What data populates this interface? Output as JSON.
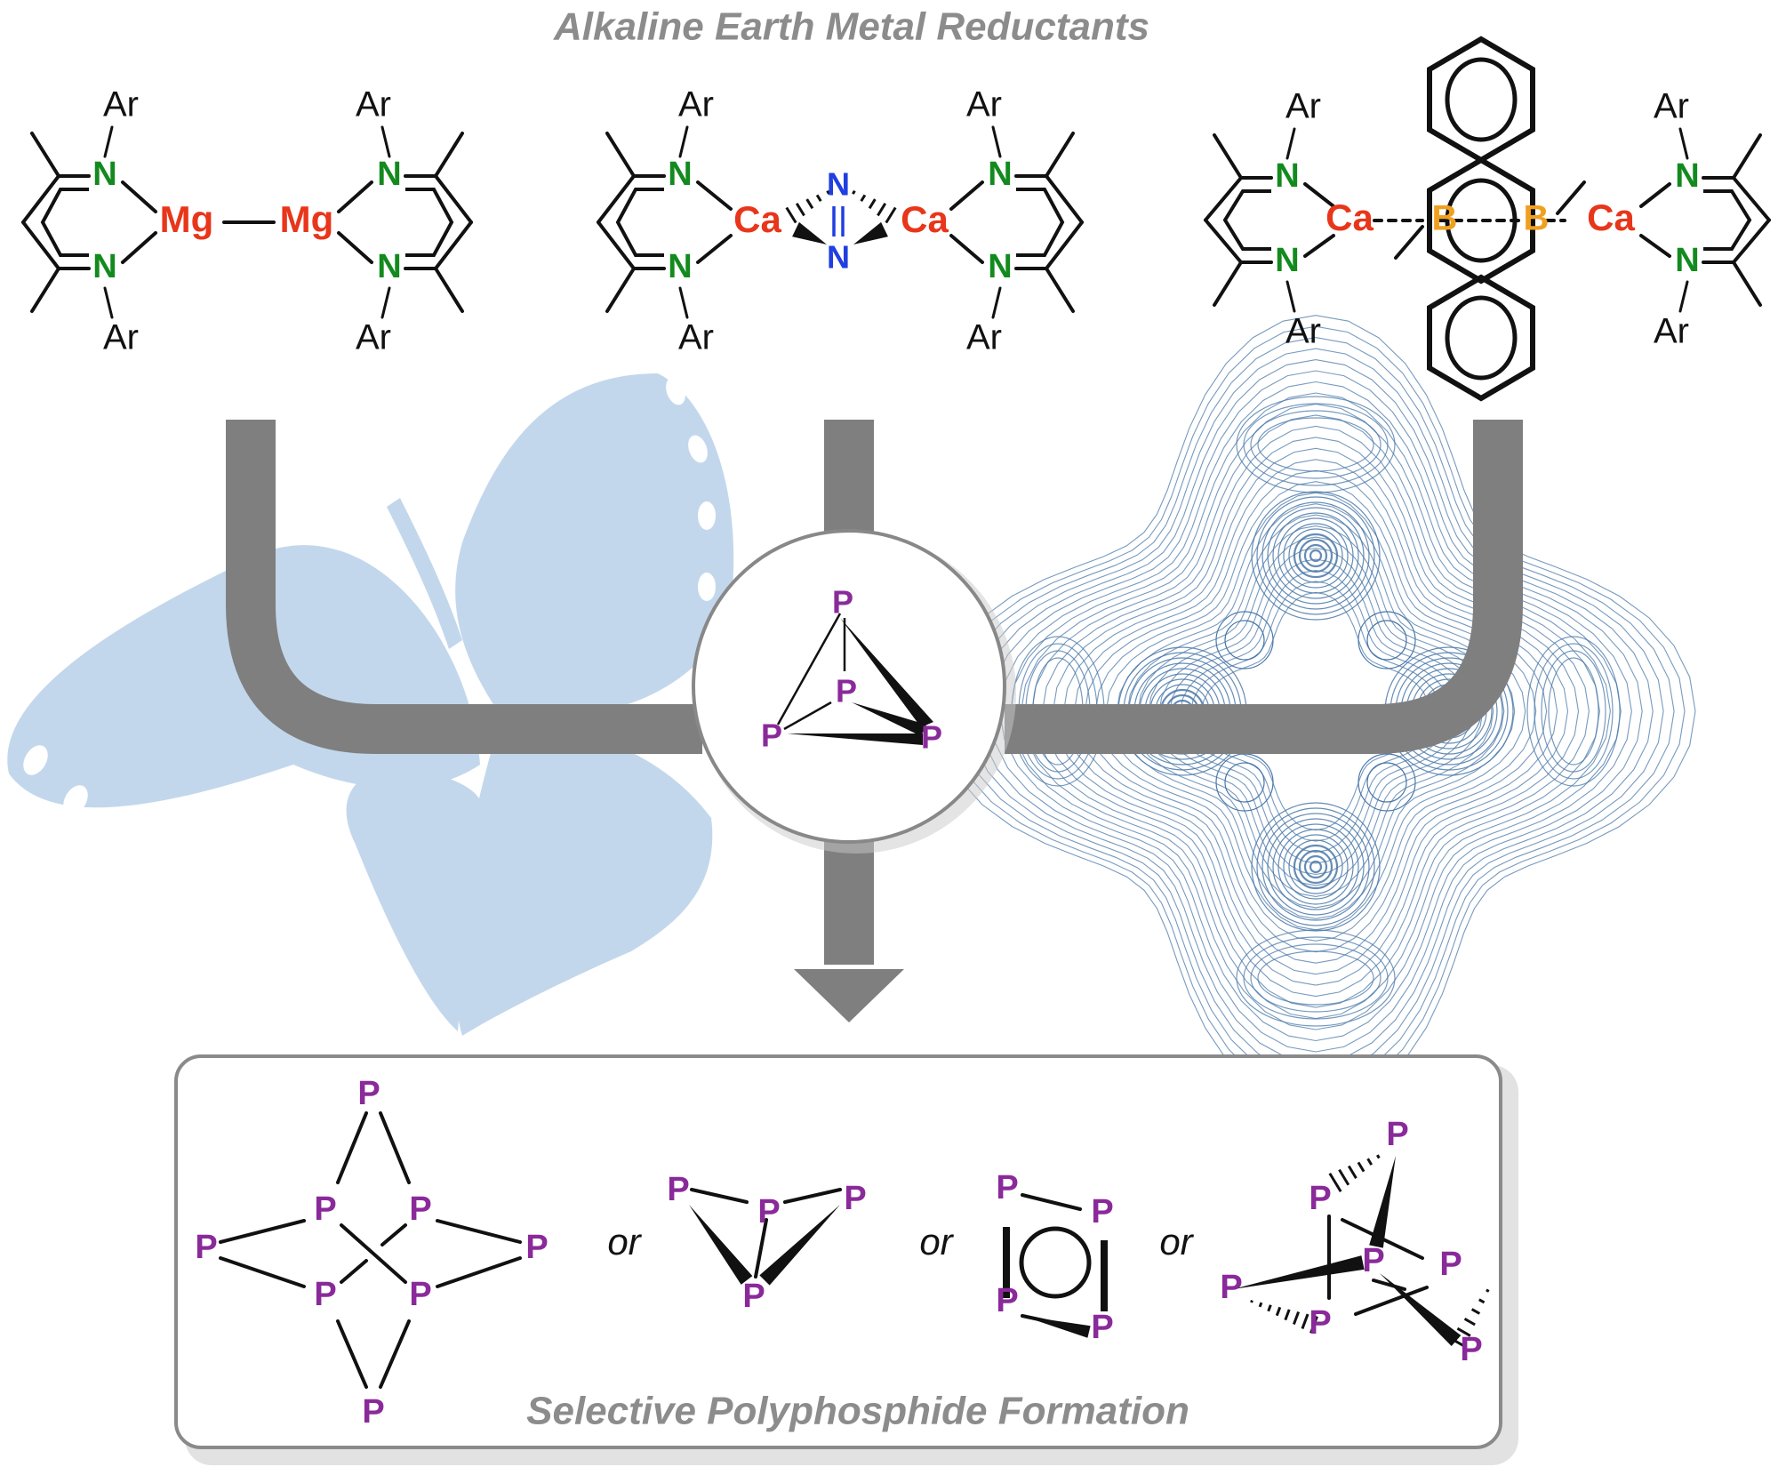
{
  "title": "Alkaline Earth Metal Reductants",
  "footer": "Selective Polyphosphide Formation",
  "labels": {
    "ar": "Ar",
    "n": "N",
    "mg": "Mg",
    "ca": "Ca",
    "b": "B",
    "p": "P",
    "or": "or"
  },
  "colors": {
    "nitrogen": "#138a1e",
    "metal": "#e8361a",
    "dinitrogen": "#1f3fe0",
    "boron": "#f0a020",
    "phosphorus": "#8a2a9a",
    "pipe": "#7f7f7f",
    "butterfly": "#c3d7ec",
    "contour": "#4a78a8",
    "title": "#8c8c8c"
  },
  "icons": [
    "butterfly-silhouette",
    "electron-density-contour-map"
  ]
}
